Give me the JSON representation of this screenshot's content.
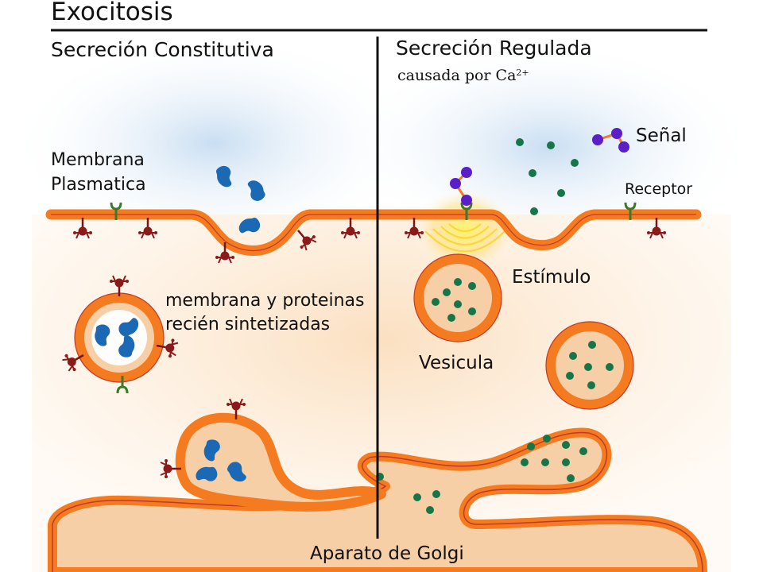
{
  "title": "Exocitosis",
  "left_section": {
    "heading": "Secreción Constitutiva"
  },
  "right_section": {
    "heading": "Secreción Regulada",
    "subheading_text": "causada por Ca",
    "subheading_superscript": "2+"
  },
  "labels": {
    "plasma_membrane_line1": "Membrana",
    "plasma_membrane_line2": "Plasmatica",
    "new_material_line1": "membrana y proteinas",
    "new_material_line2": "recién sintetizadas",
    "signal": "Señal",
    "receptor": "Receptor",
    "stimulus": "Estímulo",
    "vesicle": "Vesicula",
    "golgi": "Aparato de Golgi"
  },
  "colors": {
    "membrane_orange": "#f47b20",
    "membrane_outline": "#c0392b",
    "cytoplasm": "#f7d2ad",
    "extracellular_blue": "#d8e8f5",
    "protein_blue": "#1b69b5",
    "granule_green": "#16764a",
    "receptor_green": "#3b7a2a",
    "signal_purple": "#5a1fc9",
    "marker_red": "#8b1a1a",
    "stimulus_yellow": "#f9e23a"
  }
}
